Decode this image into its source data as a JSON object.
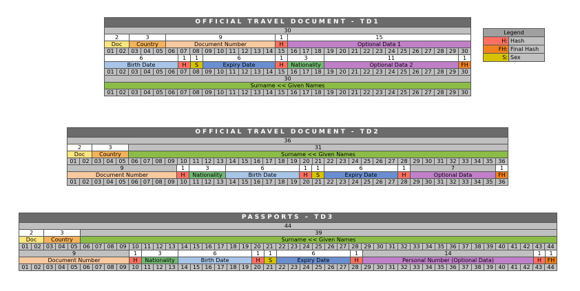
{
  "td1": {
    "title": "OFFICIAL   TRAVEL   DOCUMENT  -  TD1",
    "total": "30",
    "line1_lengths": [
      "2",
      "3",
      "9",
      "1",
      "15"
    ],
    "line1_fields": [
      "Doc",
      "Country",
      "Document Number",
      "H",
      "Optional Data 1"
    ],
    "line2_lengths": [
      "6",
      "1",
      "1",
      "6",
      "1",
      "3",
      "11",
      "1"
    ],
    "line2_fields": [
      "Birth Date",
      "H",
      "S",
      "Expiry Date",
      "H",
      "Nationality",
      "Optional Data 2",
      "FH"
    ],
    "line3_total": "30",
    "line3_field": "Surname << Given Names"
  },
  "td2": {
    "title": "OFFICIAL   TRAVEL   DOCUMENT  -  TD2",
    "total": "36",
    "line1_lengths": [
      "2",
      "3",
      "31"
    ],
    "line1_fields": [
      "Doc",
      "Country",
      "Surname << Given Names"
    ],
    "line2_lengths": [
      "9",
      "1",
      "3",
      "6",
      "1",
      "1",
      "6",
      "1",
      "7",
      "1"
    ],
    "line2_fields": [
      "Document Number",
      "H",
      "Nationality",
      "Birth Date",
      "H",
      "S",
      "Expiry Date",
      "H",
      "Optional Data",
      "FH"
    ]
  },
  "td3": {
    "title": "PASSPORTS  –  TD3",
    "total": "44",
    "line1_lengths": [
      "2",
      "3",
      "39"
    ],
    "line1_fields": [
      "Doc",
      "Country",
      "Surname << Given Names"
    ],
    "line2_lengths": [
      "9",
      "1",
      "3",
      "6",
      "1",
      "1",
      "6",
      "1",
      "14",
      "1",
      "1"
    ],
    "line2_fields": [
      "Document Number",
      "H",
      "Nationality",
      "Birth Date",
      "H",
      "S",
      "Expiry Date",
      "H",
      "Personal Number (Optional Data)",
      "H",
      "FH"
    ]
  },
  "legend": {
    "title": "Legend",
    "items": [
      {
        "key": "H:",
        "value": "Hash",
        "color": "#ff7060"
      },
      {
        "key": "FH:",
        "value": "Final Hash",
        "color": "#f08020"
      },
      {
        "key": "S:",
        "value": "Sex",
        "color": "#d6c200"
      }
    ]
  }
}
